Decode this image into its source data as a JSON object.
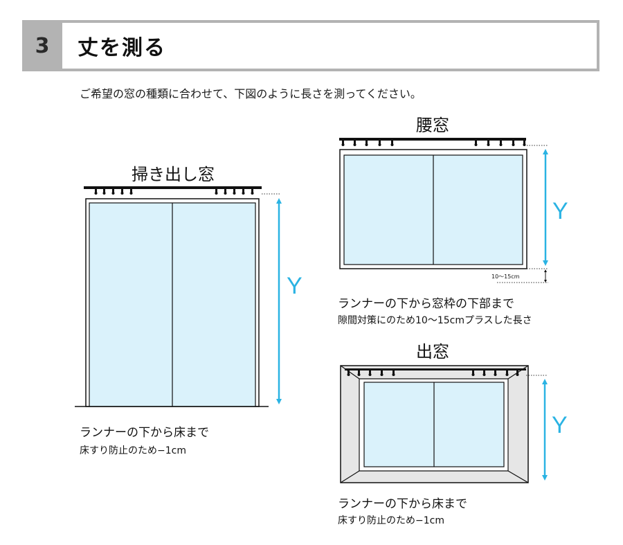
{
  "header": {
    "number": "3",
    "title": "丈を測る"
  },
  "intro": "ご希望の窓の種類に合わせて、下図のように長さを測ってください。",
  "colors": {
    "accent": "#2ab3e3",
    "glass": "#daf2fb",
    "frame_fill": "#e6e6e6",
    "header_gray": "#b3b3b3"
  },
  "windows": {
    "hakidashi": {
      "title": "掃き出し窓",
      "y_label": "Y",
      "caption": "ランナーの下から床まで",
      "note": "床すり防止のため−1cm"
    },
    "koshi": {
      "title": "腰窓",
      "y_label": "Y",
      "gap_label": "10～15cm",
      "caption": "ランナーの下から窓枠の下部まで",
      "note": "隙間対策にのため10〜15cmプラスした長さ"
    },
    "demado": {
      "title": "出窓",
      "y_label": "Y",
      "caption": "ランナーの下から床まで",
      "note": "床すり防止のため−1cm"
    }
  }
}
